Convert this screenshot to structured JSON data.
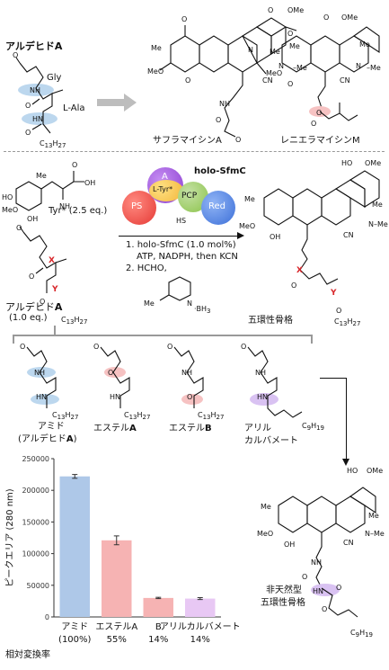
{
  "top": {
    "aldehyde_title_prefix": "アルデヒド",
    "aldehyde_title_suffix": "A",
    "gly": "Gly",
    "lala": "L-Ala",
    "c13": "C",
    "c13_sub": "13",
    "c13_h": "H",
    "c13_h_sub": "27",
    "saframycin": "サフラマイシンA",
    "renieramycin": "レニエラマイシンM"
  },
  "mid": {
    "tyr": "Tyr* (2.5 eq.)",
    "holo": "holo-SfmC",
    "domain_a": "A",
    "domain_ltyr": "L-Tyr*",
    "domain_pcp": "PCP",
    "domain_ps": "PS",
    "domain_red": "Red",
    "hs": "HS",
    "step1a": "1. holo-SfmC (1.0 mol%)",
    "step1b": "ATP, NADPH, then KCN",
    "step2": "2. HCHO,",
    "pyridine_me": "Me",
    "pyridine_n": "N",
    "pyridine_bh3": "·BH",
    "pyridine_bh3_sub": "3",
    "aldehyde_eq_prefix": "アルデヒド",
    "aldehyde_eq_suffix": "A",
    "aldehyde_eq": "(1.0 eq.)",
    "product": "五環性骨格",
    "x": "X",
    "y": "Y"
  },
  "substrates": [
    {
      "label1": "アミド",
      "label2": "(アルデヒド",
      "label2b": "A",
      "label2c": ")"
    },
    {
      "label1": "エステル",
      "label1b": "A"
    },
    {
      "label1": "エステル",
      "label1b": "B"
    },
    {
      "label1": "アリル",
      "label2": "カルバメート"
    }
  ],
  "bottom": {
    "unnatural_line1": "非天然型",
    "unnatural_line2": "五環性骨格",
    "c9": "C",
    "c9_sub": "9",
    "c9_h": "H",
    "c9_h_sub": "19",
    "conv_label": "相対変換率"
  },
  "colors": {
    "amide_highlight": "#bcd7ee",
    "ester_highlight": "#f6c2c2",
    "carbamate_highlight": "#d9c2f2",
    "x_red": "#d8262a",
    "domain_a": "#8c3fd0",
    "domain_ltyr": "#f3b63a",
    "domain_pcp": "#8bc34a",
    "domain_ps": "#e53935",
    "domain_red": "#3c6fd8"
  },
  "chart_data": {
    "type": "bar",
    "ylabel": "ピークエリア (280 nm)",
    "ylim": [
      0,
      250000
    ],
    "yticks": [
      "0",
      "50000",
      "100000",
      "150000",
      "200000",
      "250000"
    ],
    "categories": [
      "アミド",
      "エステルA",
      "B",
      "アリルカルバメート"
    ],
    "values": [
      222000,
      121000,
      30000,
      29000
    ],
    "errors": [
      3000,
      7000,
      1000,
      1500
    ],
    "bar_colors": [
      "#aec8e8",
      "#f6b3b3",
      "#f6b3b3",
      "#e8c8f4"
    ],
    "conversions": [
      "(100%)",
      "55%",
      "14%",
      "14%"
    ]
  }
}
